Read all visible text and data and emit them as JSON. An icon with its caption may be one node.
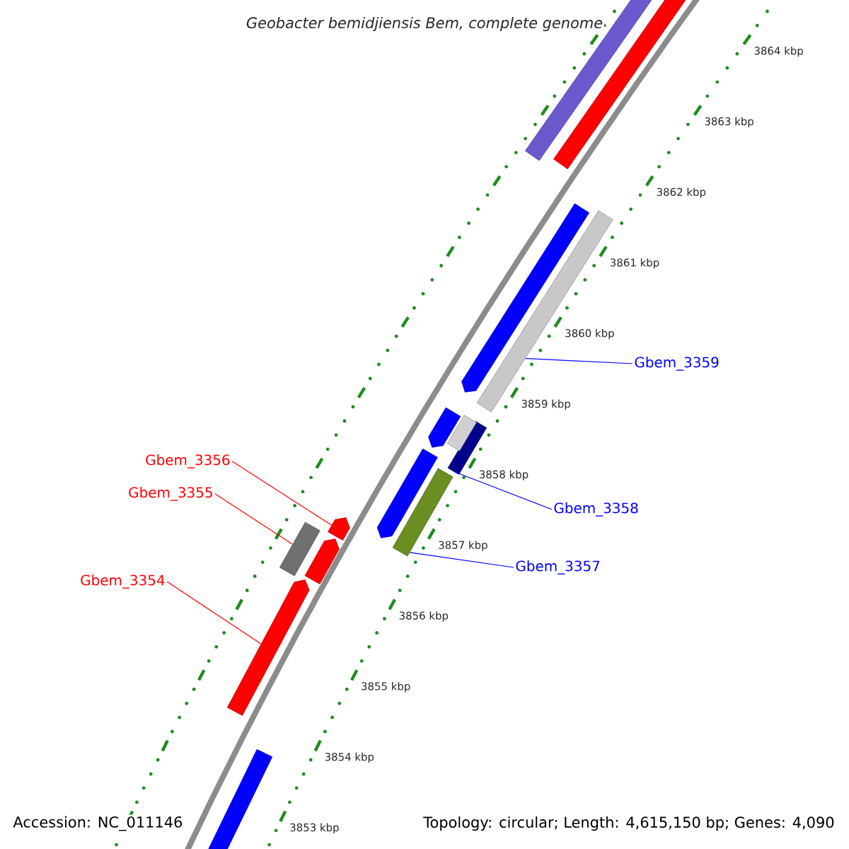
{
  "diagram": {
    "title": "*Geobacter bemidjiensis* Bem, complete genome",
    "nodes": [
      {
        "text": [
          "Gbem_3359"
        ]
      },
      {
        "text": [
          "Gbem_3356"
        ]
      },
      {
        "text": [
          "Gbem_3358"
        ]
      },
      {
        "text": [
          "Gbem_3355"
        ]
      },
      {
        "text": [
          "Gbem_3357"
        ]
      },
      {
        "text": [
          "Gbem_3354"
        ]
      },
      {
        "text": [],
        "shape": "bar"
      },
      {
        "text": [],
        "shape": "bar"
      },
      {
        "text": [],
        "shape": "bar"
      },
      {
        "text": [],
        "shape": "bar"
      },
      {
        "text": [],
        "shape": "bar"
      },
      {
        "text": [],
        "shape": "bar"
      },
      {
        "text": [],
        "shape": "bar"
      },
      {
        "text": [],
        "shape": "bar"
      },
      {
        "text": [],
        "shape": "bar"
      },
      {
        "text": [],
        "shape": "bar"
      },
      {
        "text": [],
        "shape": "bar"
      },
      {
        "text": [],
        "shape": "bar"
      },
      {
        "text": [],
        "shape": "bar"
      },
      {
        "text": [],
        "shape": "bar"
      }
    ],
    "edges": [
      {
        "from": 0,
        "to": 6,
        "arrow": "none",
        "color": "#0000ff"
      },
      {
        "from": 1,
        "to": 7,
        "arrow": "none",
        "color": "#ff0000"
      },
      {
        "from": 2,
        "to": 8,
        "arrow": "none",
        "color": "#0000ff"
      },
      {
        "from": 3,
        "to": 9,
        "arrow": "none",
        "color": "#ff0000"
      },
      {
        "from": 4,
        "to": 10,
        "arrow": "none",
        "color": "#0000ff"
      },
      {
        "from": 5,
        "to": 11,
        "arrow": "none",
        "color": "#ff0000"
      }
    ],
    "labels": [
      "3864 kbp",
      "3863 kbp",
      "3862 kbp",
      "3861 kbp",
      "3860 kbp",
      "3859 kbp",
      "3858 kbp",
      "3857 kbp",
      "3856 kbp",
      "3855 kbp",
      "3854 kbp",
      "3853 kbp",
      "Accession: NC_011146",
      "Topology: circular; Length: 4,615,150 bp; Genes: 4,090"
    ]
  }
}
